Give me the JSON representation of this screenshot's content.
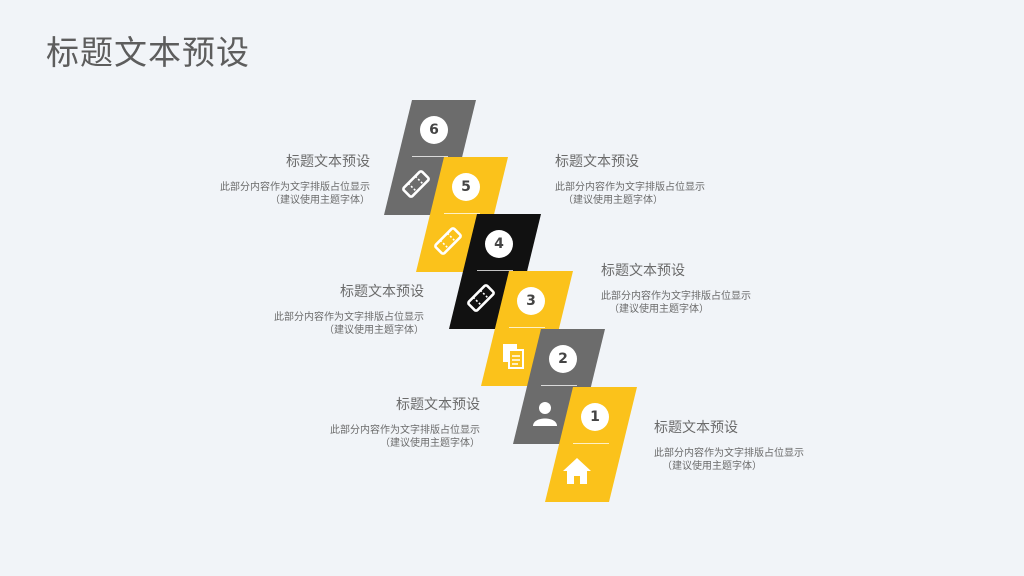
{
  "page": {
    "title": "标题文本预设"
  },
  "colors": {
    "background": "#f1f4f8",
    "gray": "#6c6c6c",
    "yellow": "#fbc21b",
    "black": "#111111",
    "text": "#6b6b6b"
  },
  "steps": [
    {
      "num": "1",
      "color": "yellow",
      "icon": "home-icon"
    },
    {
      "num": "2",
      "color": "gray",
      "icon": "user-icon"
    },
    {
      "num": "3",
      "color": "yellow",
      "icon": "document-icon"
    },
    {
      "num": "4",
      "color": "black",
      "icon": "ticket-icon"
    },
    {
      "num": "5",
      "color": "yellow",
      "icon": "ticket-icon"
    },
    {
      "num": "6",
      "color": "gray",
      "icon": "ticket-icon"
    }
  ],
  "captions": [
    {
      "heading": "标题文本预设",
      "line1": "此部分内容作为文字排版占位显示",
      "line2": "（建议使用主题字体）"
    },
    {
      "heading": "标题文本预设",
      "line1": "此部分内容作为文字排版占位显示",
      "line2": "（建议使用主题字体）"
    },
    {
      "heading": "标题文本预设",
      "line1": "此部分内容作为文字排版占位显示",
      "line2": "（建议使用主题字体）"
    },
    {
      "heading": "标题文本预设",
      "line1": "此部分内容作为文字排版占位显示",
      "line2": "（建议使用主题字体）"
    },
    {
      "heading": "标题文本预设",
      "line1": "此部分内容作为文字排版占位显示",
      "line2": "（建议使用主题字体）"
    },
    {
      "heading": "标题文本预设",
      "line1": "此部分内容作为文字排版占位显示",
      "line2": "（建议使用主题字体）"
    }
  ]
}
